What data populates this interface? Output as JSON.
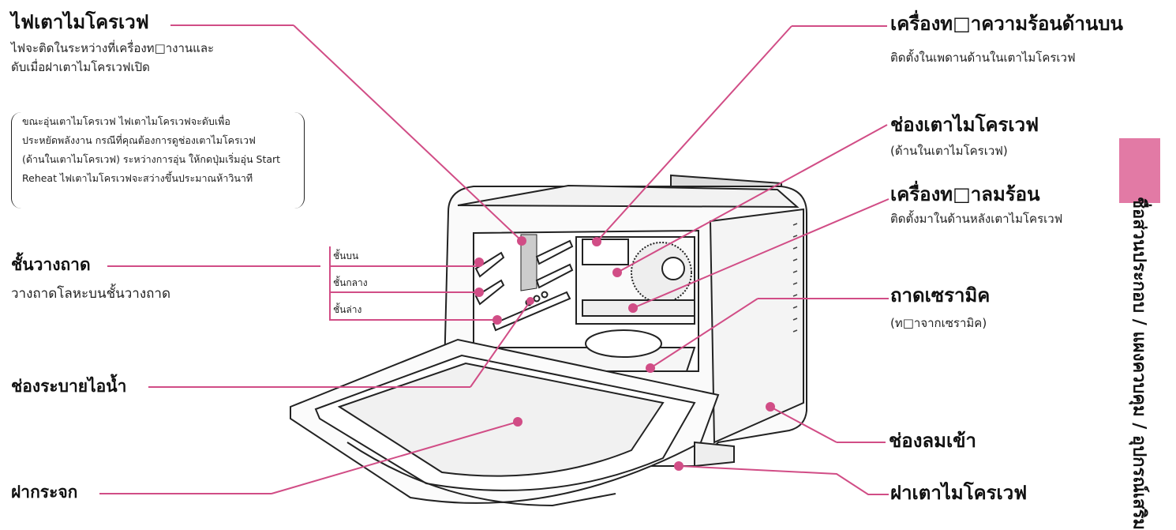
{
  "labels": {
    "oven_light_title": "ไฟเตาไมโครเวฟ",
    "oven_light_desc_1": "ไฟจะติดในระหว่างที่เครื่องท□างานและ",
    "oven_light_desc_2": "ดับเมื่อฝาเตาไมโครเวฟเปิด",
    "top_heater_title": "เครื่องท□าความร้อนด้านบน",
    "top_heater_desc": "ติดตั้งในเพดานด้านในเตาไมโครเวฟ",
    "cavity_title": "ช่องเตาไมโครเวฟ",
    "cavity_desc": "(ด้านในเตาไมโครเวฟ)",
    "convection_title": "เครื่องท□าลมร้อน",
    "convection_desc": "ติดตั้งมาในด้านหลังเตาไมโครเวฟ",
    "rack_title": "ชั้นวางถาด",
    "rack_desc": "วางถาดโลหะบนชั้นวางถาด",
    "shelf_top": "ชั้นบน",
    "shelf_middle": "ชั้นกลาง",
    "shelf_bottom": "ชั้นล่าง",
    "ceramic_title": "ถาดเซรามิค",
    "ceramic_desc": "(ท□าจากเซรามิค)",
    "steam_vent_title": "ช่องระบายไอนํ้า",
    "air_intake_title": "ช่องลมเข้า",
    "glass_title": "ฝากระจก",
    "door_title": "ฝาเตาไมโครเวฟ"
  },
  "note": {
    "lines": [
      "ขณะอุ่นเตาไมโครเวฟ ไฟเตาไมโครเวฟจะดับเพื่อ",
      "ประหยัดพลังงาน กรณีที่คุณต้องการดูช่องเตาไมโครเวฟ",
      "(ด้านในเตาไมโครเวฟ) ระหว่างการอุ่น ให้กดปุ่มเริ่มอุ่น Start",
      "Reheat ไฟเตาไมโครเวฟจะสว่างขึ้นประมาณห้าวินาที"
    ]
  },
  "side_tab": {
    "text": "ชื่อส่วนประกอบ / แผงควบคุม / อุปกรณ์เสริม"
  },
  "colors": {
    "leader": "#d14d86",
    "tab": "#e27aa5",
    "outline": "#222222"
  }
}
